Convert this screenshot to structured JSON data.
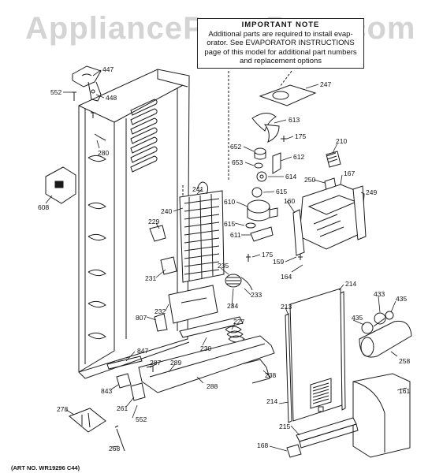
{
  "watermark": "AppliancePartsPros.com",
  "note": {
    "heading": "IMPORTANT NOTE",
    "line1": "Additional parts are required to install evap-",
    "line2": "orator.  See EVAPORATOR INSTRUCTIONS",
    "line3": "page of this model for additional part numbers",
    "line4": "and replacement options"
  },
  "art_number": "(ART NO. WR19296 C44)",
  "callouts": {
    "p447": "447",
    "p552a": "552",
    "p448": "448",
    "p280": "280",
    "p608": "608",
    "p241": "241",
    "p240": "240",
    "p229": "229",
    "p231": "231",
    "p232": "232",
    "p807": "807",
    "p847": "847",
    "p843": "843",
    "p278": "278",
    "p268": "268",
    "p261": "261",
    "p552b": "552",
    "p287": "287",
    "p289": "289",
    "p288": "288",
    "p230": "230",
    "p227": "227",
    "p234": "234",
    "p233": "233",
    "p235": "235",
    "p247": "247",
    "p613": "613",
    "p175a": "175",
    "p652": "652",
    "p612": "612",
    "p653": "653",
    "p614": "614",
    "p615a": "615",
    "p610": "610",
    "p615b": "615",
    "p611": "611",
    "p175b": "175",
    "p210": "210",
    "p250": "250",
    "p167": "167",
    "p249": "249",
    "p160": "160",
    "p159": "159",
    "p164": "164",
    "p214a": "214",
    "p213": "213",
    "p433": "433",
    "p435a": "435",
    "p435b": "435",
    "p258": "258",
    "p238": "238",
    "p214b": "214",
    "p161": "161",
    "p215": "215",
    "p168": "168"
  }
}
